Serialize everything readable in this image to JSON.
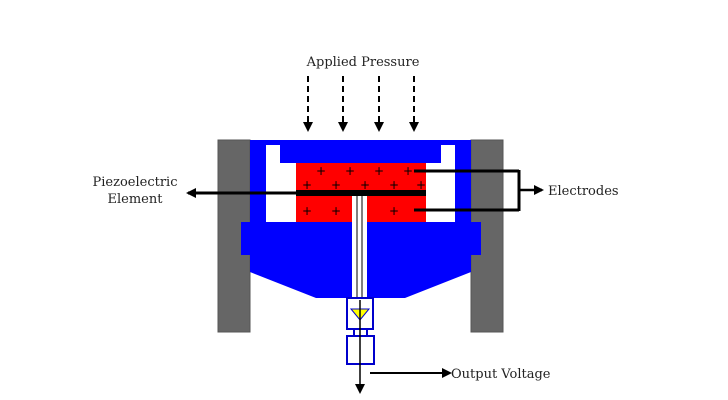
{
  "title": "Piezoelectric Pressure Sensor",
  "labels": {
    "applied_pressure": "Applied Pressure",
    "piezo_line1": "Piezoelectric",
    "piezo_line2": "Element",
    "electrodes": "Electrodes",
    "output_voltage": "Output Voltage"
  },
  "colors": {
    "housing": "#666666",
    "body": "#0000ff",
    "crystal": "#ff0000",
    "amplifier": "#ffff00",
    "lines": "#000000",
    "background": "#ffffff"
  },
  "crystal": {
    "charge_symbol": "+"
  }
}
